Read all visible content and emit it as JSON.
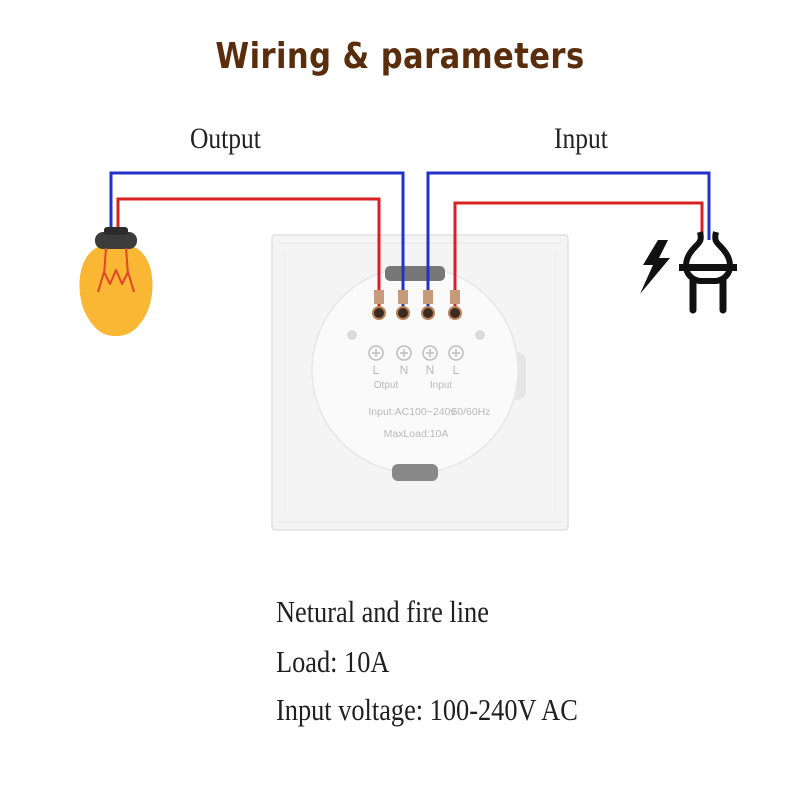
{
  "title": "Wiring & parameters",
  "labels": {
    "output": "Output",
    "input": "Input"
  },
  "terminals": [
    {
      "letter": "L",
      "group": "Output"
    },
    {
      "letter": "N",
      "group": "Output"
    },
    {
      "letter": "N",
      "group": "Input"
    },
    {
      "letter": "L",
      "group": "Input"
    }
  ],
  "panel": {
    "terminal_letters": [
      "L",
      "N",
      "N",
      "L"
    ],
    "output_tag": "Otput",
    "input_tag": "Input",
    "rating_input": "Input:AC100~240v",
    "rating_freq": "50/60Hz",
    "rating_load": "MaxLoad:10A"
  },
  "specs": [
    "Netural and fire line",
    "Load: 10A",
    "Input voltage: 100-240V AC"
  ],
  "colors": {
    "title": "#5a2d0c",
    "neutral_wire": "#2332c9",
    "live_wire": "#d82020",
    "bulb": "#f9b733",
    "panel": "#f4f4f4"
  },
  "icons": [
    "light-bulb-icon",
    "lightning-bolt-icon",
    "power-plug-icon"
  ]
}
